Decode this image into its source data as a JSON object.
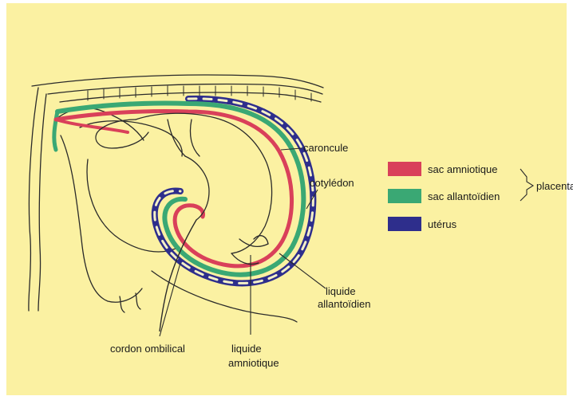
{
  "legend": {
    "items": [
      {
        "label": "sac amniotique",
        "color": "#d9405a"
      },
      {
        "label": "sac allantoïdien",
        "color": "#3aa874"
      },
      {
        "label": "utérus",
        "color": "#2e2e8c"
      }
    ],
    "group_label": "placenta"
  },
  "labels": {
    "caroncule": "caroncule",
    "cotyledon": "cotylédon",
    "liquide_allantoidien_1": "liquide",
    "liquide_allantoidien_2": "allantoïdien",
    "cordon_ombilical": "cordon ombilical",
    "liquide_amniotique_1": "liquide",
    "liquide_amniotique_2": "amniotique"
  },
  "colors": {
    "background": "#fbf1a2",
    "background_edge": "#ffffff",
    "outline": "#2a2a2a",
    "amnion": "#d9405a",
    "allantois": "#3aa874",
    "uterus": "#2e2e8c",
    "cotyledon_marks": "#f4f0c8"
  }
}
